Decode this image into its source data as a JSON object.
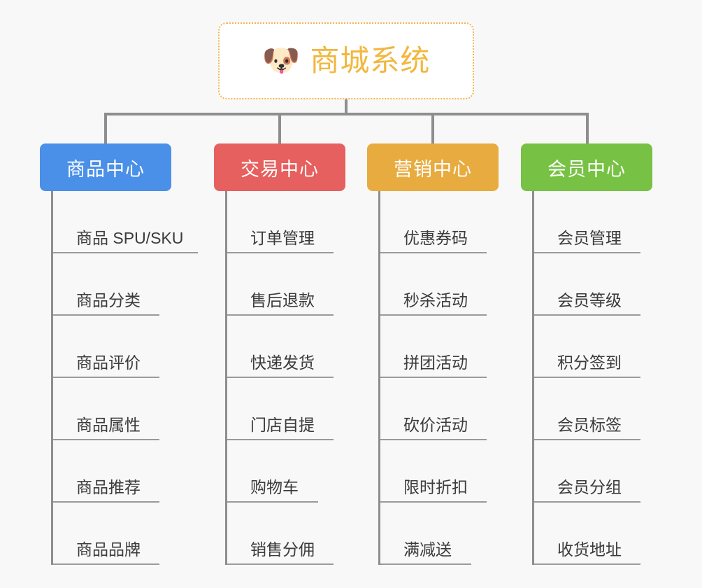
{
  "page": {
    "background_color": "#f8f8f8",
    "diagram_type": "org-chart"
  },
  "root": {
    "icon": "dog-face-icon",
    "icon_glyph": "🐶",
    "title": "商城系统",
    "title_color": "#f2b73d",
    "border_color": "#f0b64a",
    "border_style": "dotted"
  },
  "connector": {
    "color": "#8e8e8e"
  },
  "columns": [
    {
      "id": "product-center",
      "label": "商品中心",
      "color": "#4a90e8",
      "items": [
        "商品 SPU/SKU",
        "商品分类",
        "商品评价",
        "商品属性",
        "商品推荐",
        "商品品牌"
      ]
    },
    {
      "id": "trade-center",
      "label": "交易中心",
      "color": "#e5605e",
      "items": [
        "订单管理",
        "售后退款",
        "快递发货",
        "门店自提",
        "购物车",
        "销售分佣"
      ]
    },
    {
      "id": "marketing-center",
      "label": "营销中心",
      "color": "#e8ab3f",
      "items": [
        "优惠券码",
        "秒杀活动",
        "拼团活动",
        "砍价活动",
        "限时折扣",
        "满减送"
      ]
    },
    {
      "id": "member-center",
      "label": "会员中心",
      "color": "#77c244",
      "items": [
        "会员管理",
        "会员等级",
        "积分签到",
        "会员标签",
        "会员分组",
        "收货地址"
      ]
    }
  ]
}
